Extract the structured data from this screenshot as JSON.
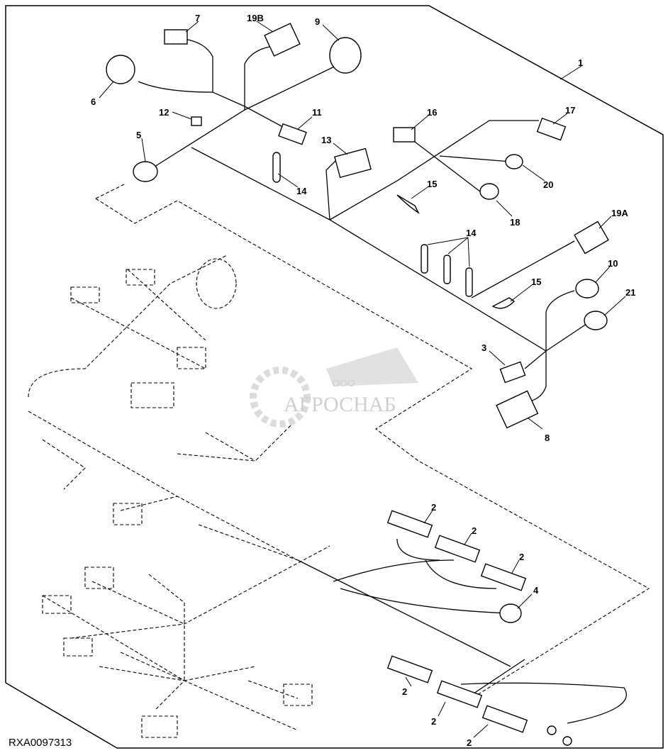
{
  "diagram": {
    "figure_id": "RXA0097313",
    "watermark": {
      "line1": "ООО",
      "line2": "АГРОСНАБ"
    },
    "callouts": [
      "7",
      "19B",
      "9",
      "1",
      "6",
      "12",
      "11",
      "16",
      "17",
      "5",
      "13",
      "14",
      "20",
      "15",
      "18",
      "19A",
      "14",
      "10",
      "15",
      "21",
      "3",
      "8",
      "2",
      "2",
      "2",
      "4",
      "2",
      "2",
      "2"
    ]
  }
}
